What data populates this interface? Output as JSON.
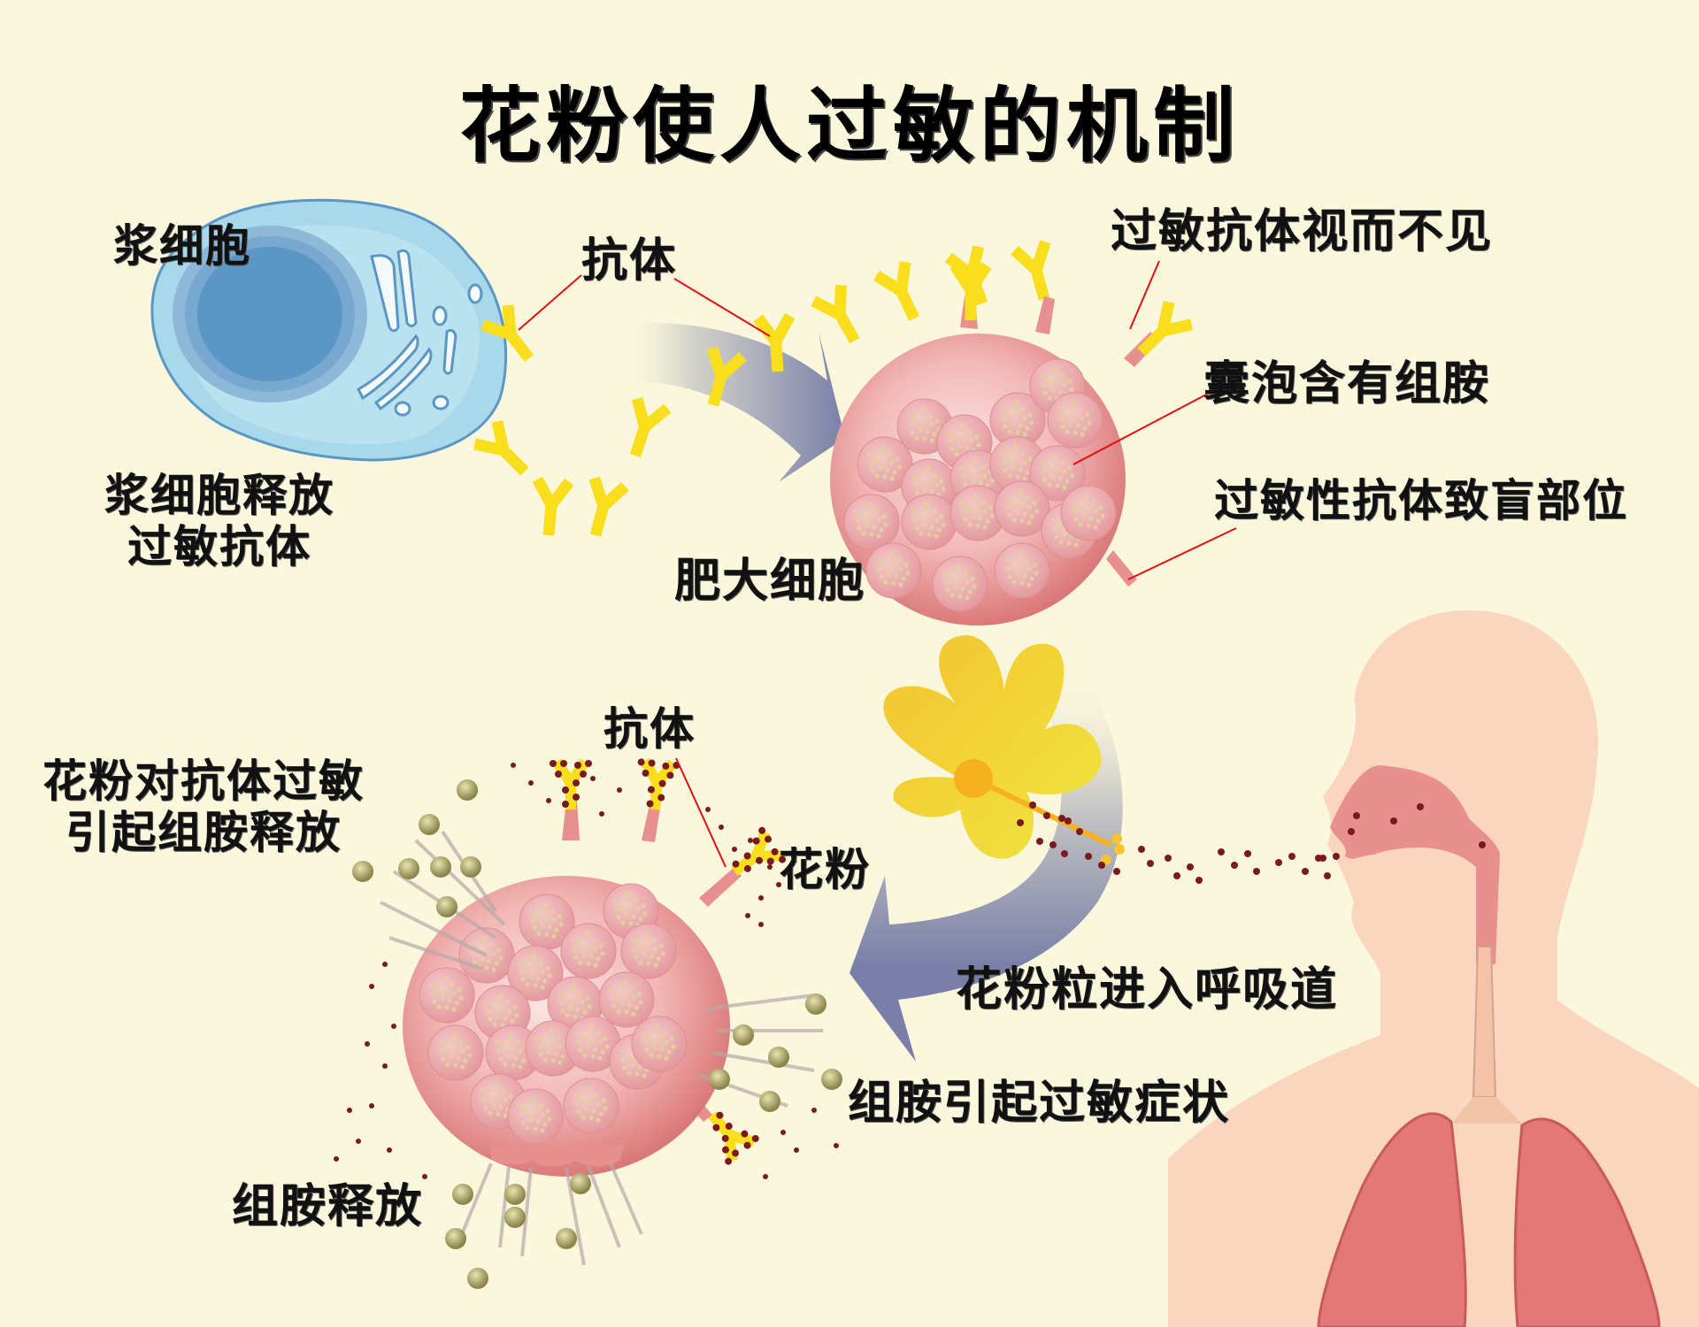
{
  "title": "花粉使人过敏的机制",
  "colors": {
    "background": "#FAF7DC",
    "antibody": "#F9DE1E",
    "plasma_cell": "#A8D8EA",
    "nucleus": "#5B97C5",
    "mast_cell": "#E89090",
    "granule": "#E8A8AC",
    "arrow": "#7A7FA8",
    "leader_line": "#E01010",
    "pollen": "#7A1A1E",
    "histamine": "#9A9458",
    "skin": "#FBD6BE",
    "airway": "#E89090",
    "lung": "#E47878",
    "flower": "#F5C531"
  },
  "labels": {
    "plasma_cell": "浆细胞",
    "plasma_release_line1": "浆细胞释放",
    "plasma_release_line2": "过敏抗体",
    "antibody_top": "抗体",
    "antibody_invisible": "过敏抗体视而不见",
    "vesicles_histamine": "囊泡含有组胺",
    "blind_site": "过敏性抗体致盲部位",
    "mast_cell": "肥大细胞",
    "pollen_allergy_line1": "花粉对抗体过敏",
    "pollen_allergy_line2": "引起组胺释放",
    "antibody_bottom": "抗体",
    "pollen": "花粉",
    "pollen_enters": "花粉粒进入呼吸道",
    "histamine_symptoms": "组胺引起过敏症状",
    "histamine_release": "组胺释放"
  }
}
